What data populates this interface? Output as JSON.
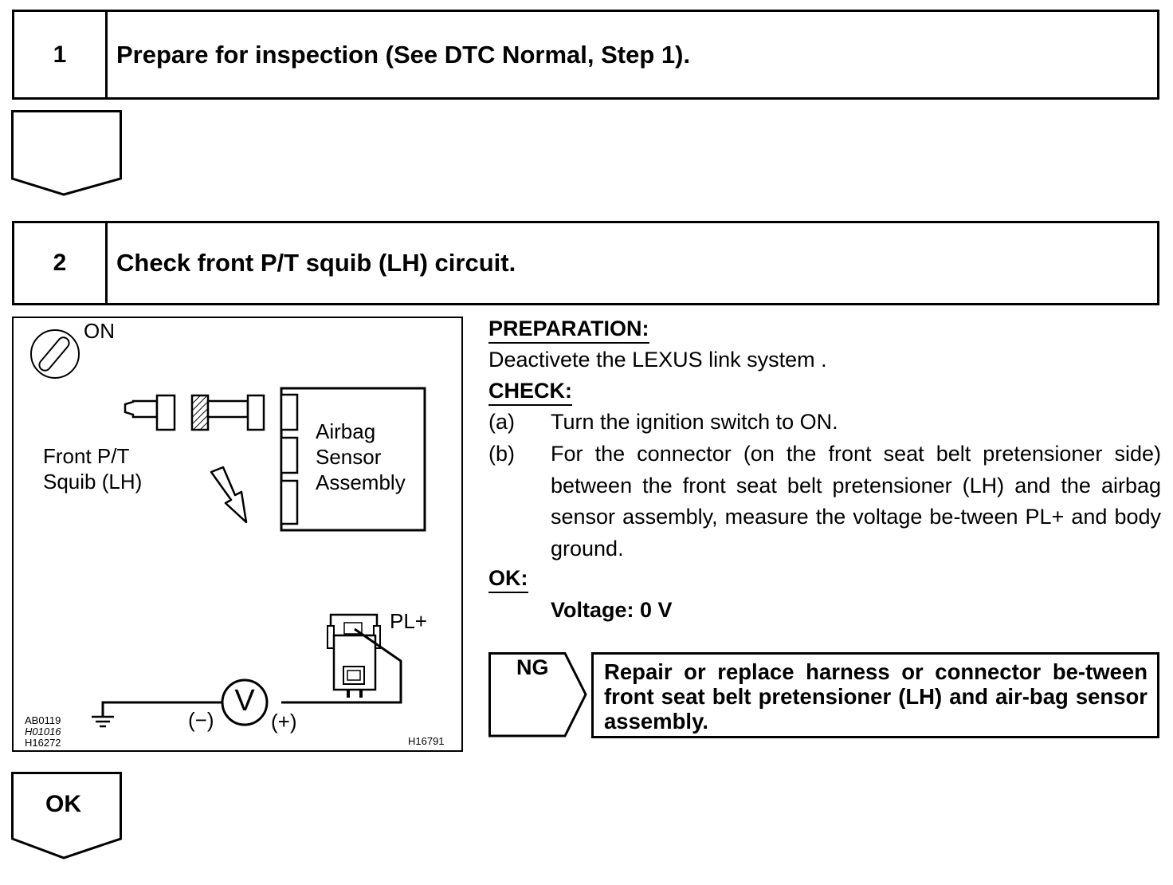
{
  "step1": {
    "number": "1",
    "title": "Prepare for inspection (See DTC Normal, Step 1)."
  },
  "step2": {
    "number": "2",
    "title": "Check front P/T squib (LH) circuit."
  },
  "figure": {
    "ignition_label": "ON",
    "squib_label_line1": "Front P/T",
    "squib_label_line2": "Squib (LH)",
    "sensor_label_line1": "Airbag",
    "sensor_label_line2": "Sensor",
    "sensor_label_line3": "Assembly",
    "terminal_label": "PL+",
    "minus_label": "(−)",
    "plus_label": "(+)",
    "voltmeter_symbol": "V",
    "ref_code_1": "AB0119",
    "ref_code_2": "H01016",
    "ref_code_3": "H16272",
    "figure_id": "H16791"
  },
  "instructions": {
    "preparation_heading": "PREPARATION:",
    "preparation_text": "Deactivete the LEXUS link system .",
    "check_heading": "CHECK:",
    "items": [
      {
        "label": "(a)",
        "text": "Turn the ignition switch to ON."
      },
      {
        "label": "(b)",
        "text": "For the connector (on the front seat belt pretensioner side) between the front seat belt pretensioner (LH) and the airbag sensor assembly, measure the voltage be-tween PL+ and body ground."
      }
    ],
    "ok_heading": "OK:",
    "ok_spec": "Voltage: 0 V"
  },
  "result": {
    "ng_label": "NG",
    "ng_action": "Repair or replace harness or connector be-tween front seat belt pretensioner (LH) and air-bag sensor assembly.",
    "ok_label": "OK"
  }
}
